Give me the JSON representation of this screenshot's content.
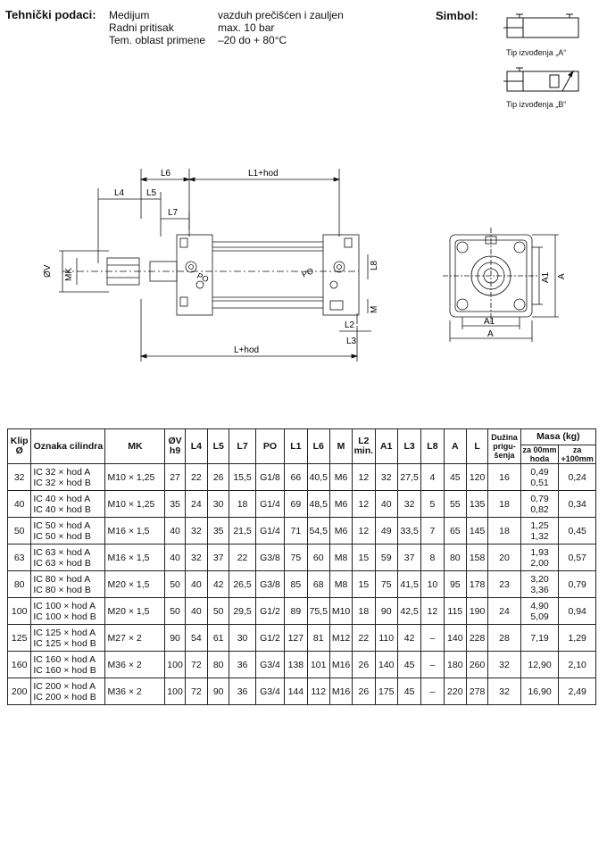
{
  "specs": {
    "title": "Tehnički podaci:",
    "rows": [
      {
        "label": "Medijum",
        "value": "vazduh prečišćen i zauljen"
      },
      {
        "label": "Radni pritisak",
        "value": "max. 10 bar"
      },
      {
        "label": "Tem. oblast primene",
        "value": "–20 do + 80°C"
      }
    ]
  },
  "symbol": {
    "title": "Simbol:",
    "caption_a": "Tip izvođenja „A“",
    "caption_b": "Tip izvođenja „B“"
  },
  "drawing": {
    "labels": {
      "l6": "L6",
      "l1hod": "L1+hod",
      "l4": "L4",
      "l5": "L5",
      "l7": "L7",
      "ov": "ØV",
      "mk": "MK",
      "po": "PO",
      "l8": "L8",
      "m": "M",
      "l2": "L2",
      "l3": "L3",
      "lhod": "L+hod",
      "a1": "A1",
      "a": "A"
    }
  },
  "table": {
    "headers": {
      "klip": "Klip Ø",
      "oznaka": "Oznaka cilindra",
      "mk": "MK",
      "ov": "ØV h9",
      "l4": "L4",
      "l5": "L5",
      "l7": "L7",
      "po": "PO",
      "l1": "L1",
      "l6": "L6",
      "m": "M",
      "l2": "L2 min.",
      "a1": "A1",
      "l3": "L3",
      "l8": "L8",
      "a": "A",
      "l": "L",
      "duzina": "Dužina prigu-šenja",
      "masa": "Masa (kg)",
      "masa_00": "za 00mm hoda",
      "masa_100": "za +100mm"
    },
    "rows": [
      {
        "klip": "32",
        "oznA": "IC 32 × hod A",
        "oznB": "IC 32 × hod B",
        "mk": "M10 × 1,25",
        "ov": "27",
        "l4": "22",
        "l5": "26",
        "l7": "15,5",
        "po": "G1/8",
        "l1": "66",
        "l6": "40,5",
        "m": "M6",
        "l2": "12",
        "a1": "32",
        "l3": "27,5",
        "l8": "4",
        "a": "45",
        "l": "120",
        "duz": "16",
        "masA": "0,49",
        "masB": "0,51",
        "mas100": "0,24"
      },
      {
        "klip": "40",
        "oznA": "IC 40 × hod A",
        "oznB": "IC 40 × hod B",
        "mk": "M10 × 1,25",
        "ov": "35",
        "l4": "24",
        "l5": "30",
        "l7": "18",
        "po": "G1/4",
        "l1": "69",
        "l6": "48,5",
        "m": "M6",
        "l2": "12",
        "a1": "40",
        "l3": "32",
        "l8": "5",
        "a": "55",
        "l": "135",
        "duz": "18",
        "masA": "0,79",
        "masB": "0,82",
        "mas100": "0,34"
      },
      {
        "klip": "50",
        "oznA": "IC 50 × hod A",
        "oznB": "IC 50 × hod B",
        "mk": "M16 × 1,5",
        "ov": "40",
        "l4": "32",
        "l5": "35",
        "l7": "21,5",
        "po": "G1/4",
        "l1": "71",
        "l6": "54,5",
        "m": "M6",
        "l2": "12",
        "a1": "49",
        "l3": "33,5",
        "l8": "7",
        "a": "65",
        "l": "145",
        "duz": "18",
        "masA": "1,25",
        "masB": "1,32",
        "mas100": "0,45"
      },
      {
        "klip": "63",
        "oznA": "IC 63 × hod A",
        "oznB": "IC 63 × hod B",
        "mk": "M16 × 1,5",
        "ov": "40",
        "l4": "32",
        "l5": "37",
        "l7": "22",
        "po": "G3/8",
        "l1": "75",
        "l6": "60",
        "m": "M8",
        "l2": "15",
        "a1": "59",
        "l3": "37",
        "l8": "8",
        "a": "80",
        "l": "158",
        "duz": "20",
        "masA": "1,93",
        "masB": "2,00",
        "mas100": "0,57"
      },
      {
        "klip": "80",
        "oznA": "IC 80 × hod A",
        "oznB": "IC 80 × hod B",
        "mk": "M20 × 1,5",
        "ov": "50",
        "l4": "40",
        "l5": "42",
        "l7": "26,5",
        "po": "G3/8",
        "l1": "85",
        "l6": "68",
        "m": "M8",
        "l2": "15",
        "a1": "75",
        "l3": "41,5",
        "l8": "10",
        "a": "95",
        "l": "178",
        "duz": "23",
        "masA": "3,20",
        "masB": "3,36",
        "mas100": "0,79"
      },
      {
        "klip": "100",
        "oznA": "IC 100 × hod A",
        "oznB": "IC 100 × hod B",
        "mk": "M20 × 1,5",
        "ov": "50",
        "l4": "40",
        "l5": "50",
        "l7": "29,5",
        "po": "G1/2",
        "l1": "89",
        "l6": "75,5",
        "m": "M10",
        "l2": "18",
        "a1": "90",
        "l3": "42,5",
        "l8": "12",
        "a": "115",
        "l": "190",
        "duz": "24",
        "masA": "4,90",
        "masB": "5,09",
        "mas100": "0,94"
      },
      {
        "klip": "125",
        "oznA": "IC 125 × hod A",
        "oznB": "IC 125 × hod B",
        "mk": "M27 × 2",
        "ov": "90",
        "l4": "54",
        "l5": "61",
        "l7": "30",
        "po": "G1/2",
        "l1": "127",
        "l6": "81",
        "m": "M12",
        "l2": "22",
        "a1": "110",
        "l3": "42",
        "l8": "–",
        "a": "140",
        "l": "228",
        "duz": "28",
        "masA": "7,19",
        "masB": "",
        "mas100": "1,29"
      },
      {
        "klip": "160",
        "oznA": "IC 160 × hod A",
        "oznB": "IC 160 × hod B",
        "mk": "M36 × 2",
        "ov": "100",
        "l4": "72",
        "l5": "80",
        "l7": "36",
        "po": "G3/4",
        "l1": "138",
        "l6": "101",
        "m": "M16",
        "l2": "26",
        "a1": "140",
        "l3": "45",
        "l8": "–",
        "a": "180",
        "l": "260",
        "duz": "32",
        "masA": "12,90",
        "masB": "",
        "mas100": "2,10"
      },
      {
        "klip": "200",
        "oznA": "IC 200 × hod A",
        "oznB": "IC 200 × hod B",
        "mk": "M36 × 2",
        "ov": "100",
        "l4": "72",
        "l5": "90",
        "l7": "36",
        "po": "G3/4",
        "l1": "144",
        "l6": "112",
        "m": "M16",
        "l2": "26",
        "a1": "175",
        "l3": "45",
        "l8": "–",
        "a": "220",
        "l": "278",
        "duz": "32",
        "masA": "16,90",
        "masB": "",
        "mas100": "2,49"
      }
    ]
  }
}
